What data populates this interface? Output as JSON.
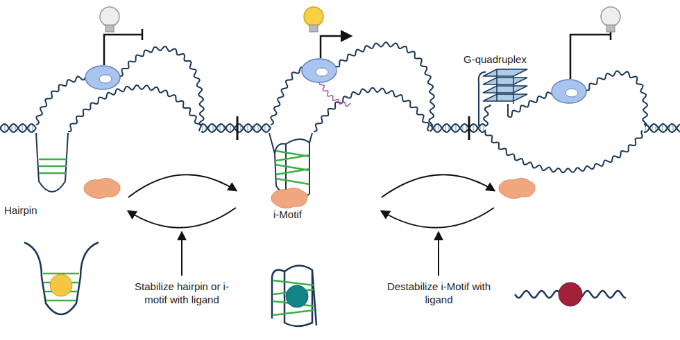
{
  "diagram": {
    "labels": [
      "Hairpin",
      "i-Motif",
      "G-quadruplex",
      "Stabilize hairpin or i-motif with ligand",
      "Destabilize i-Motif with ligand"
    ]
  }
}
